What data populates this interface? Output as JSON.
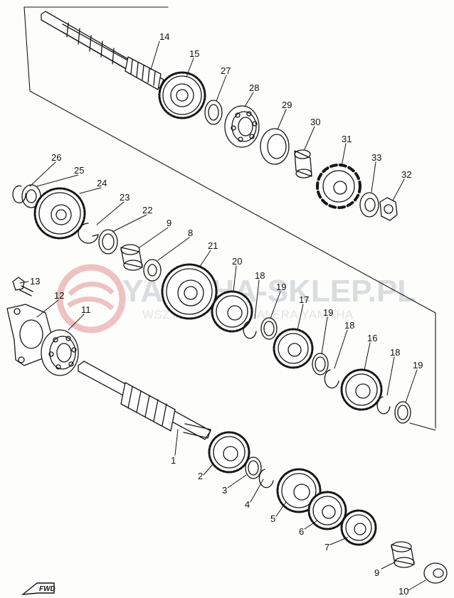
{
  "watermark": {
    "line1": "YAMAHA-SKLEP.PL",
    "line2": "WSZYSTKO OD DEALERA YAMAHA",
    "logo_color": "#e8a6a6"
  },
  "direction_marker": "FWD",
  "ink_color": "#141414",
  "callouts": [
    {
      "id": "14",
      "label": "14"
    },
    {
      "id": "15",
      "label": "15"
    },
    {
      "id": "27",
      "label": "27"
    },
    {
      "id": "28",
      "label": "28"
    },
    {
      "id": "29",
      "label": "29"
    },
    {
      "id": "30",
      "label": "30"
    },
    {
      "id": "31",
      "label": "31"
    },
    {
      "id": "33",
      "label": "33"
    },
    {
      "id": "32",
      "label": "32"
    },
    {
      "id": "26",
      "label": "26"
    },
    {
      "id": "25",
      "label": "25"
    },
    {
      "id": "24",
      "label": "24"
    },
    {
      "id": "23",
      "label": "23"
    },
    {
      "id": "22",
      "label": "22"
    },
    {
      "id": "9a",
      "label": "9"
    },
    {
      "id": "8",
      "label": "8"
    },
    {
      "id": "21",
      "label": "21"
    },
    {
      "id": "20",
      "label": "20"
    },
    {
      "id": "18a",
      "label": "18"
    },
    {
      "id": "19a",
      "label": "19"
    },
    {
      "id": "17",
      "label": "17"
    },
    {
      "id": "19b",
      "label": "19"
    },
    {
      "id": "18b",
      "label": "18"
    },
    {
      "id": "16",
      "label": "16"
    },
    {
      "id": "18c",
      "label": "18"
    },
    {
      "id": "19c",
      "label": "19"
    },
    {
      "id": "13",
      "label": "13"
    },
    {
      "id": "12",
      "label": "12"
    },
    {
      "id": "11",
      "label": "11"
    },
    {
      "id": "1",
      "label": "1"
    },
    {
      "id": "2",
      "label": "2"
    },
    {
      "id": "3",
      "label": "3"
    },
    {
      "id": "4",
      "label": "4"
    },
    {
      "id": "5",
      "label": "5"
    },
    {
      "id": "6",
      "label": "6"
    },
    {
      "id": "7",
      "label": "7"
    },
    {
      "id": "9b",
      "label": "9"
    },
    {
      "id": "10",
      "label": "10"
    }
  ]
}
